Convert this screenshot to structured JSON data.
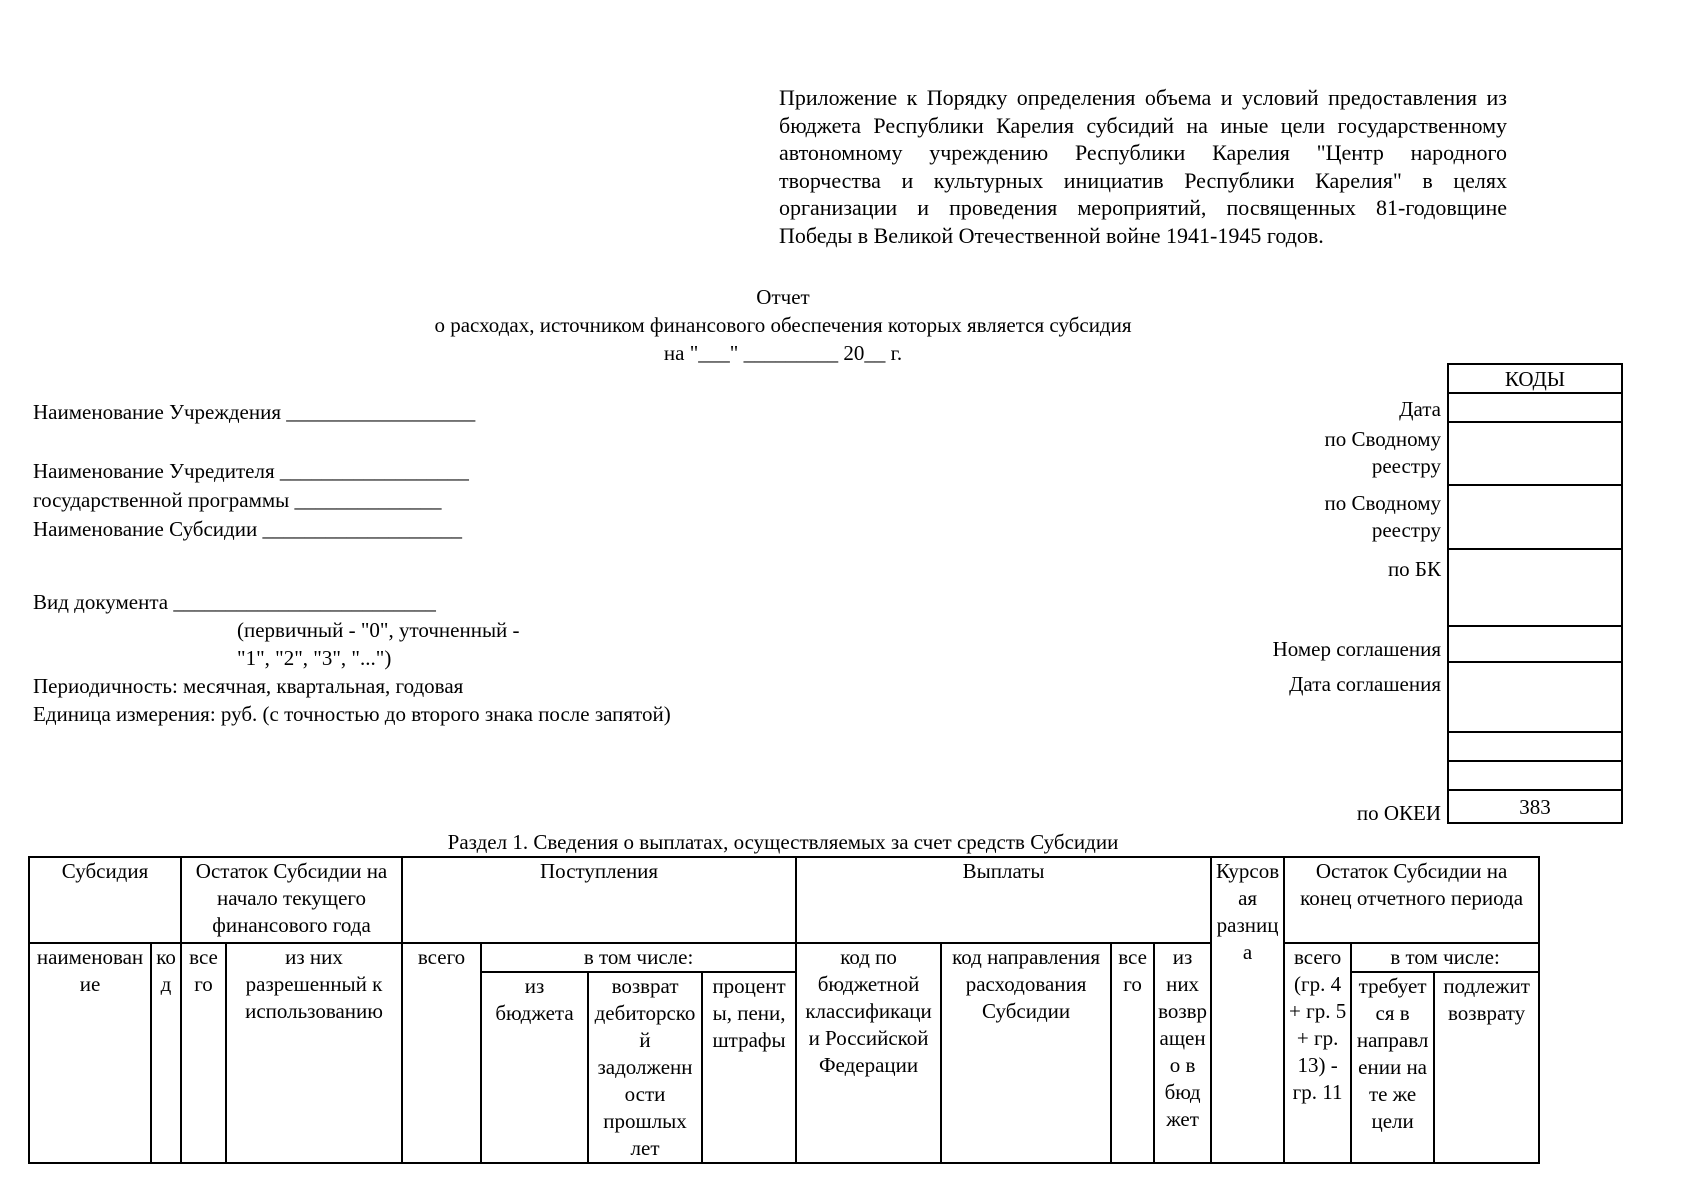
{
  "annex": {
    "text": "Приложение к Порядку определения объема и условий предоставления из бюджета Республики Карелия субсидий на иные цели государственному автономному учреждению Республики Карелия \"Центр народного творчества и культурных инициатив Республики Карелия\" в целях организации и проведения мероприятий, посвященных 81-годовщине Победы в Великой Отечественной войне 1941-1945 годов."
  },
  "title": {
    "line1": "Отчет",
    "line2": "о расходах, источником финансового обеспечения которых является субсидия",
    "line3": "на \"___\" _________ 20__ г."
  },
  "form": {
    "institution_label": "Наименование Учреждения",
    "institution_blank": "__________________",
    "founder_label": "Наименование Учредителя",
    "founder_blank": "__________________",
    "program_label": "государственной программы",
    "program_blank": "______________",
    "subsidy_label": "Наименование Субсидии",
    "subsidy_blank": "___________________",
    "doc_label": "Вид документа",
    "doc_blank": "_________________________",
    "doc_note_line1": "(первичный - \"0\", уточненный -",
    "doc_note_line2": "\"1\", \"2\", \"3\", \"...\")",
    "periodicity": "Периодичность: месячная, квартальная, годовая",
    "unit": "Единица измерения: руб. (с точностью до второго знака после запятой)"
  },
  "codes": {
    "header": "КОДЫ",
    "okei_value": "383",
    "labels": {
      "date": "Дата",
      "registry1": "по Сводному реестру",
      "registry2": "по Сводному реестру",
      "bk": "по БК",
      "agreement_number": "Номер соглашения",
      "agreement_date": "Дата соглашения",
      "okei": "по ОКЕИ"
    }
  },
  "section1": {
    "title": "Раздел 1. Сведения о выплатах, осуществляемых за счет средств Субсидии",
    "columns": {
      "subsidy": "Субсидия",
      "balance_start": "Остаток Субсидии на начало текущего финансового года",
      "receipts": "Поступления",
      "payments": "Выплаты",
      "exchange_difference": "Курсовая разница",
      "balance_end": "Остаток Субсидии на конец отчетного периода",
      "name": "наименование",
      "code": "код",
      "balance_start_total": "всего",
      "balance_start_allowed": "из них разрешенный к использованию",
      "receipts_total": "всего",
      "receipts_including": "в том числе:",
      "receipts_from_budget": "из бюджета",
      "receipts_receivables": "возврат дебиторской задолженности прошлых лет",
      "receipts_penalties": "проценты, пени, штрафы",
      "payments_budget_code": "код по бюджетной классификации Российской Федерации",
      "payments_direction_code": "код направления расходования Субсидии",
      "payments_total": "всего",
      "payments_returned": "из них возвращено в бюджет",
      "balance_end_total": "всего (гр. 4 + гр. 5 + гр. 13) - гр. 11",
      "balance_end_including": "в том числе:",
      "balance_end_required": "требуется в направлении на те же цели",
      "balance_end_refundable": "подлежит возврату"
    }
  }
}
